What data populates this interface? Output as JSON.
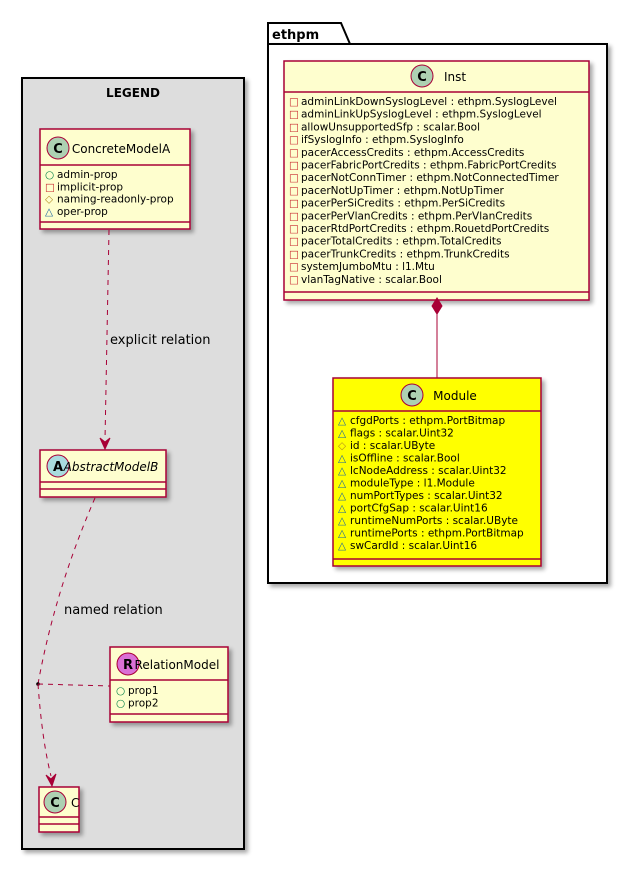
{
  "legend": {
    "title": "LEGEND",
    "concrete": {
      "stereotype": "C",
      "name": "ConcreteModelA",
      "props": [
        {
          "vis": "○",
          "text": "admin-prop",
          "color": "#038048"
        },
        {
          "vis": "□",
          "text": "implicit-prop",
          "color": "#C82930"
        },
        {
          "vis": "◇",
          "text": "naming-readonly-prop",
          "color": "#B38D22"
        },
        {
          "vis": "△",
          "text": "oper-prop",
          "color": "#1963A0"
        }
      ]
    },
    "abstract": {
      "stereotype": "A",
      "name": "AbstractModelB"
    },
    "relation": {
      "stereotype": "R",
      "name": "RelationModel",
      "props": [
        {
          "vis": "○",
          "text": "prop1",
          "color": "#038048"
        },
        {
          "vis": "○",
          "text": "prop2",
          "color": "#038048"
        }
      ]
    },
    "c": {
      "stereotype": "C",
      "name": "C"
    },
    "explicit_label": "explicit relation",
    "named_label": "named relation"
  },
  "package": {
    "name": "ethpm",
    "inst": {
      "stereotype": "C",
      "name": "Inst",
      "props": [
        {
          "vis": "□",
          "text": "adminLinkDownSyslogLevel : ethpm.SyslogLevel",
          "color": "#C82930"
        },
        {
          "vis": "□",
          "text": "adminLinkUpSyslogLevel : ethpm.SyslogLevel",
          "color": "#C82930"
        },
        {
          "vis": "□",
          "text": "allowUnsupportedSfp : scalar.Bool",
          "color": "#C82930"
        },
        {
          "vis": "□",
          "text": "ifSyslogInfo : ethpm.SyslogInfo",
          "color": "#C82930"
        },
        {
          "vis": "□",
          "text": "pacerAccessCredits : ethpm.AccessCredits",
          "color": "#C82930"
        },
        {
          "vis": "□",
          "text": "pacerFabricPortCredits : ethpm.FabricPortCredits",
          "color": "#C82930"
        },
        {
          "vis": "□",
          "text": "pacerNotConnTimer : ethpm.NotConnectedTimer",
          "color": "#C82930"
        },
        {
          "vis": "□",
          "text": "pacerNotUpTimer : ethpm.NotUpTimer",
          "color": "#C82930"
        },
        {
          "vis": "□",
          "text": "pacerPerSiCredits : ethpm.PerSiCredits",
          "color": "#C82930"
        },
        {
          "vis": "□",
          "text": "pacerPerVlanCredits : ethpm.PerVlanCredits",
          "color": "#C82930"
        },
        {
          "vis": "□",
          "text": "pacerRtdPortCredits : ethpm.RouetdPortCredits",
          "color": "#C82930"
        },
        {
          "vis": "□",
          "text": "pacerTotalCredits : ethpm.TotalCredits",
          "color": "#C82930"
        },
        {
          "vis": "□",
          "text": "pacerTrunkCredits : ethpm.TrunkCredits",
          "color": "#C82930"
        },
        {
          "vis": "□",
          "text": "systemJumboMtu : l1.Mtu",
          "color": "#C82930"
        },
        {
          "vis": "□",
          "text": "vlanTagNative : scalar.Bool",
          "color": "#C82930"
        }
      ]
    },
    "module": {
      "stereotype": "C",
      "name": "Module",
      "props": [
        {
          "vis": "△",
          "text": "cfgdPorts : ethpm.PortBitmap",
          "color": "#1963A0"
        },
        {
          "vis": "△",
          "text": "flags : scalar.Uint32",
          "color": "#1963A0"
        },
        {
          "vis": "◇",
          "text": "id : scalar.UByte",
          "color": "#B38D22"
        },
        {
          "vis": "△",
          "text": "isOffline : scalar.Bool",
          "color": "#1963A0"
        },
        {
          "vis": "△",
          "text": "lcNodeAddress : scalar.Uint32",
          "color": "#1963A0"
        },
        {
          "vis": "△",
          "text": "moduleType : l1.Module",
          "color": "#1963A0"
        },
        {
          "vis": "△",
          "text": "numPortTypes : scalar.Uint32",
          "color": "#1963A0"
        },
        {
          "vis": "△",
          "text": "portCfgSap : scalar.Uint16",
          "color": "#1963A0"
        },
        {
          "vis": "△",
          "text": "runtimeNumPorts : scalar.UByte",
          "color": "#1963A0"
        },
        {
          "vis": "△",
          "text": "runtimePorts : ethpm.PortBitmap",
          "color": "#1963A0"
        },
        {
          "vis": "△",
          "text": "swCardId : scalar.Uint16",
          "color": "#1963A0"
        }
      ]
    }
  },
  "colors": {
    "border": "#A80036",
    "class_fill": "#FEFECE",
    "module_fill": "#FFFF00",
    "legend_fill": "#DDDDDD",
    "circle_c": "#ADD1B2",
    "circle_a": "#A9DCDF",
    "circle_r": "#DA70D6"
  }
}
